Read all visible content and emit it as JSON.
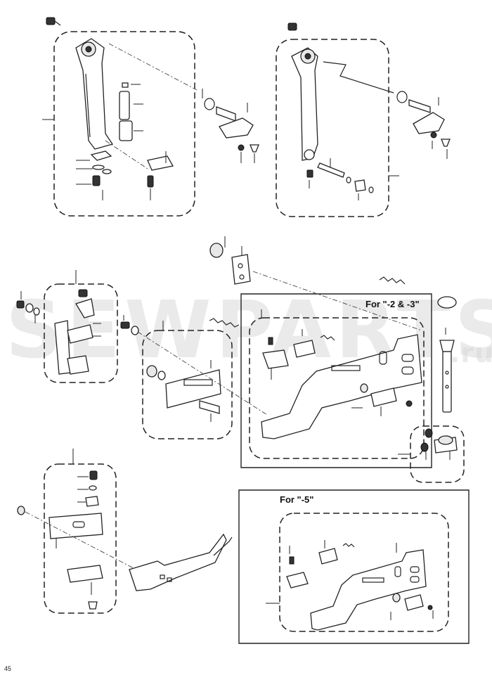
{
  "diagram": {
    "variant_label_top": "For \"-2 & -3\"",
    "variant_label_bottom": "For \"-5\"",
    "watermark_main": "SEWPARTS",
    "watermark_suffix": ".ru",
    "page_number": "45"
  }
}
